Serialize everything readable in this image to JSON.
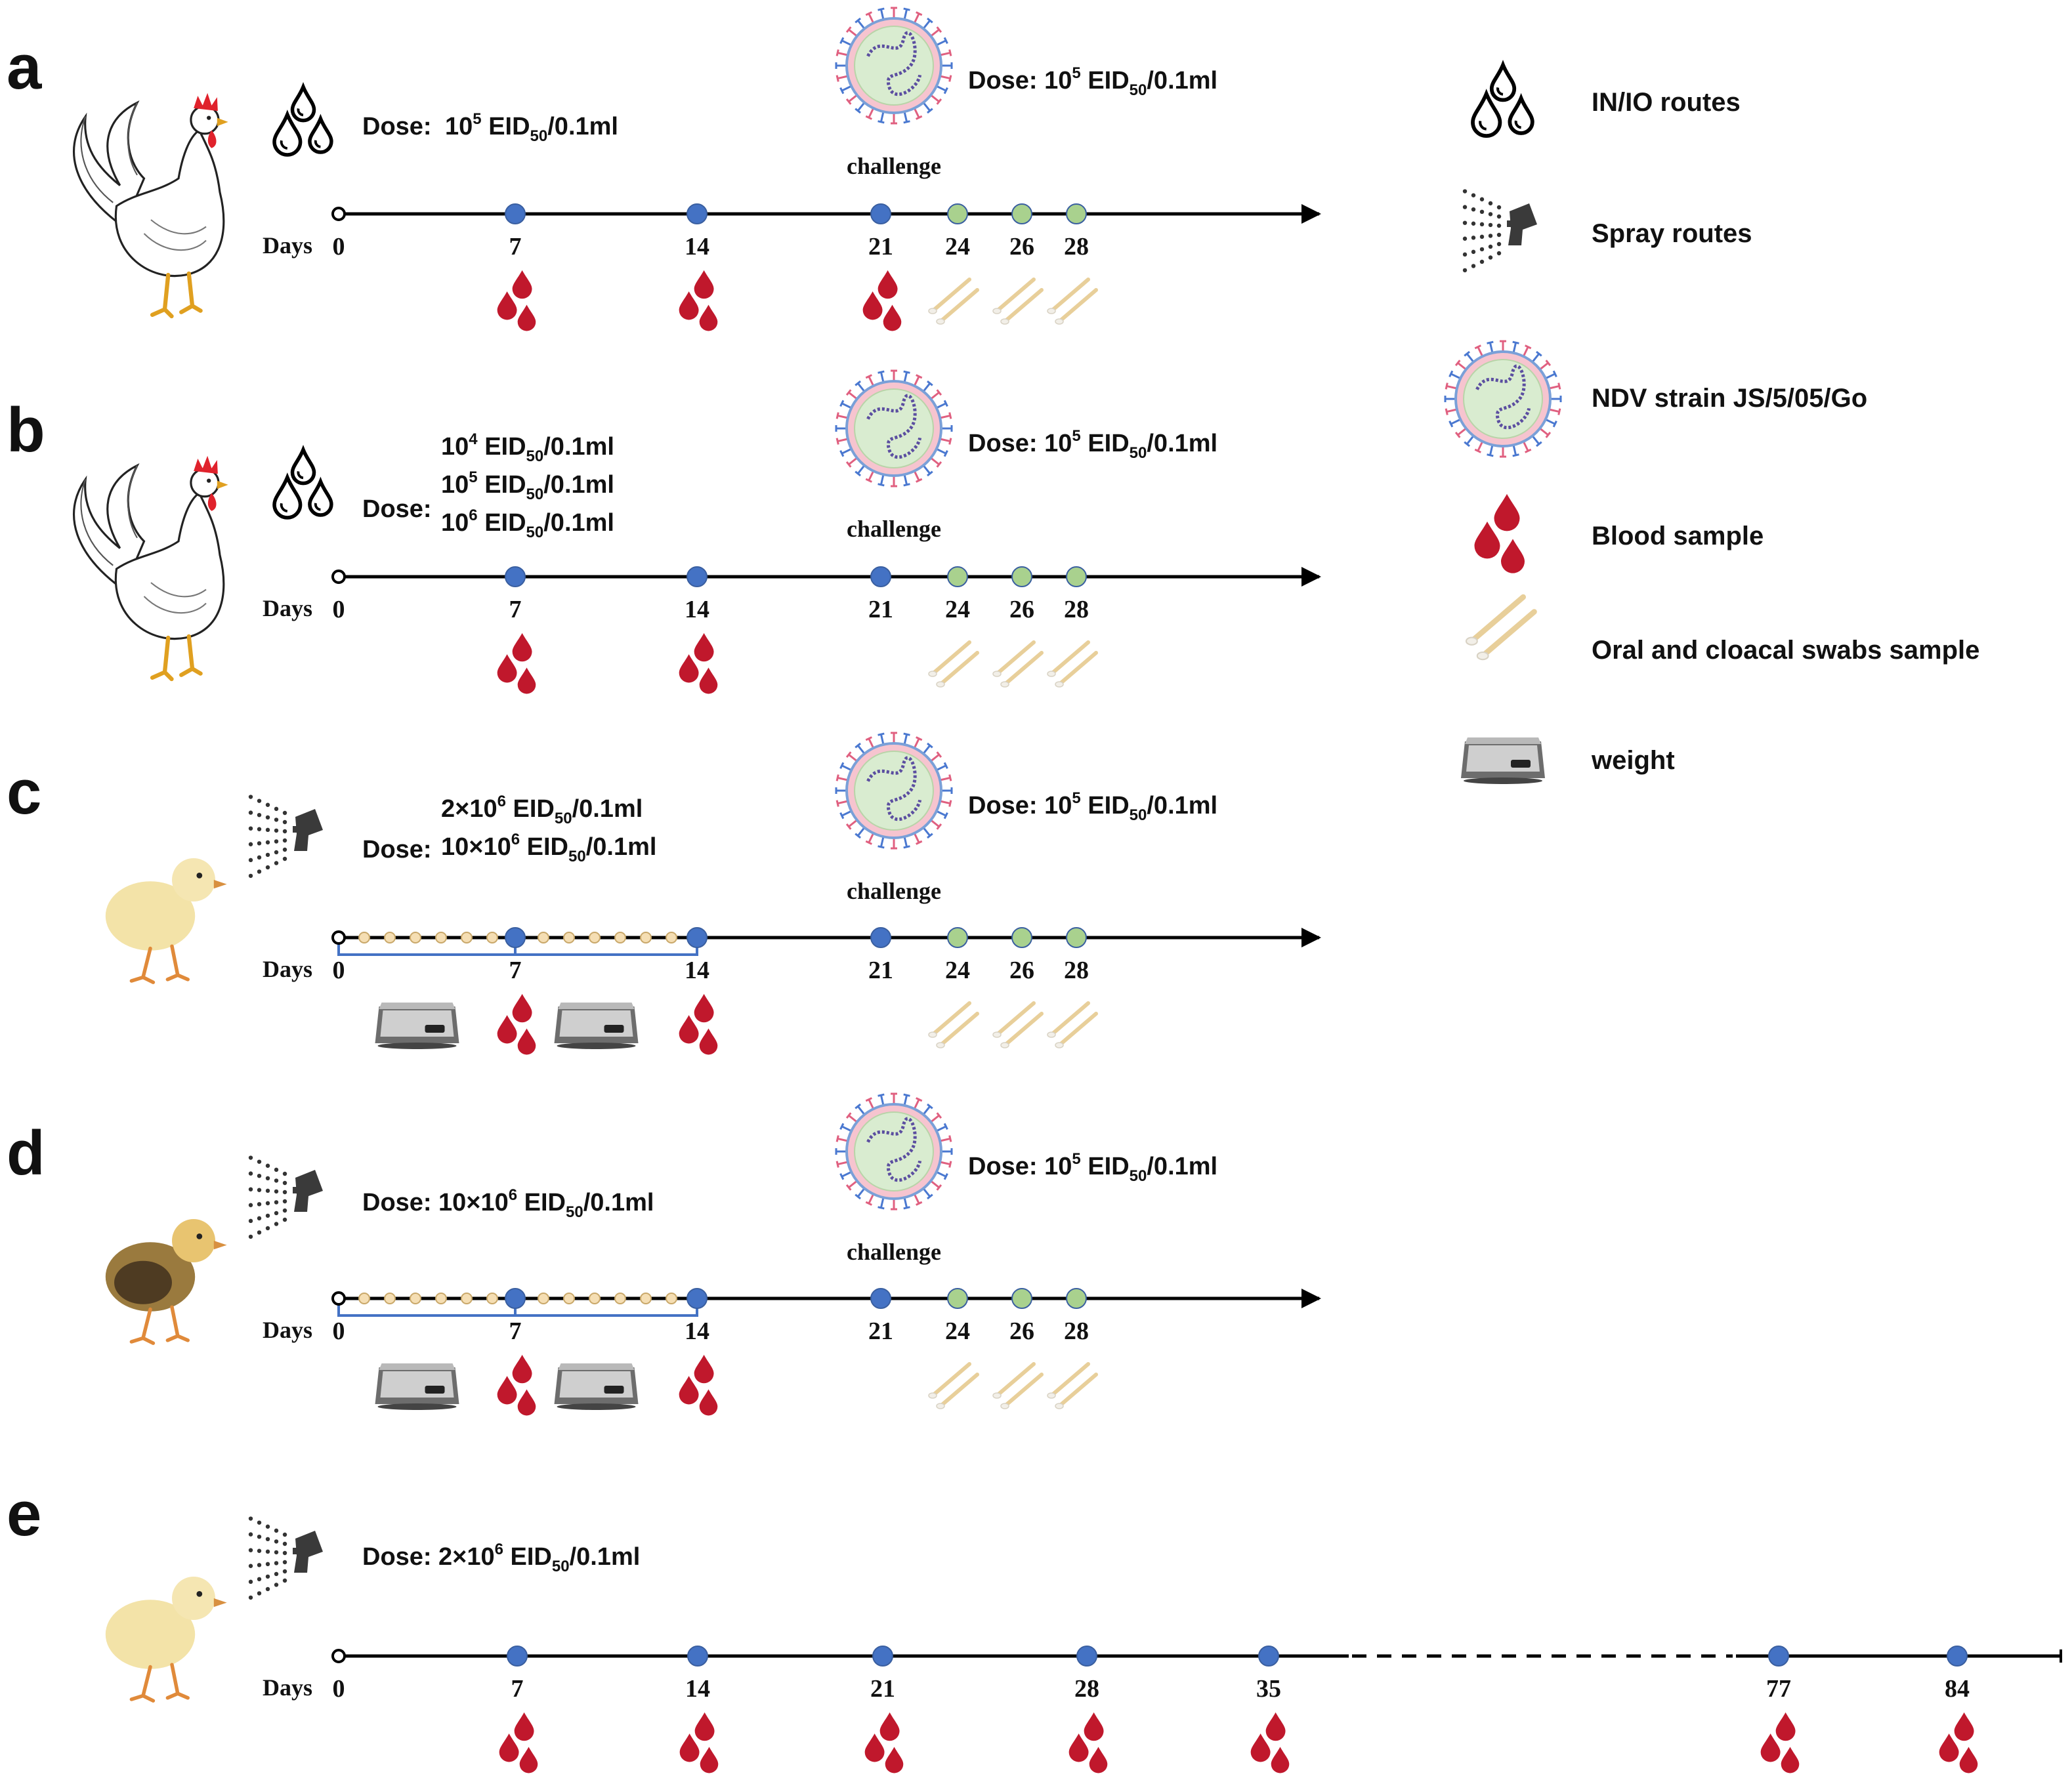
{
  "labels": {
    "days": "Days",
    "challenge": "challenge",
    "dose_prefix": "Dose:",
    "eid": "EID",
    "eid_sub": "50",
    "per_vol": "/0.1ml"
  },
  "panels": [
    {
      "letter": "a",
      "animal": "rooster",
      "route": "drops",
      "doses": [
        {
          "coef": "10",
          "exp": "5"
        }
      ],
      "challenge_dose": {
        "coef": "10",
        "exp": "5"
      },
      "days": [
        "0",
        "7",
        "14",
        "21",
        "24",
        "26",
        "28"
      ],
      "blood_days": [
        "7",
        "14",
        "21"
      ],
      "swab_days": [
        "24",
        "26",
        "28"
      ],
      "weight_days": [],
      "daily_dots": false
    },
    {
      "letter": "b",
      "animal": "rooster",
      "route": "drops",
      "doses": [
        {
          "coef": "10",
          "exp": "4"
        },
        {
          "coef": "10",
          "exp": "5"
        },
        {
          "coef": "10",
          "exp": "6"
        }
      ],
      "challenge_dose": {
        "coef": "10",
        "exp": "5"
      },
      "days": [
        "0",
        "7",
        "14",
        "21",
        "24",
        "26",
        "28"
      ],
      "blood_days": [
        "7",
        "14"
      ],
      "swab_days": [
        "24",
        "26",
        "28"
      ],
      "weight_days": [],
      "daily_dots": false
    },
    {
      "letter": "c",
      "animal": "yellow-chick",
      "route": "spray",
      "doses": [
        {
          "coef": "2×10",
          "exp": "6"
        },
        {
          "coef": "10×10",
          "exp": "6"
        }
      ],
      "challenge_dose": {
        "coef": "10",
        "exp": "5"
      },
      "days": [
        "0",
        "7",
        "14",
        "21",
        "24",
        "26",
        "28"
      ],
      "blood_days": [
        "7",
        "14"
      ],
      "swab_days": [
        "24",
        "26",
        "28"
      ],
      "weight_days": [
        "0-7",
        "7-14"
      ],
      "daily_dots": true
    },
    {
      "letter": "d",
      "animal": "brown-chick",
      "route": "spray",
      "doses": [
        {
          "coef": "10×10",
          "exp": "6"
        }
      ],
      "challenge_dose": {
        "coef": "10",
        "exp": "5"
      },
      "days": [
        "0",
        "7",
        "14",
        "21",
        "24",
        "26",
        "28"
      ],
      "blood_days": [
        "7",
        "14"
      ],
      "swab_days": [
        "24",
        "26",
        "28"
      ],
      "weight_days": [
        "0-7",
        "7-14"
      ],
      "daily_dots": true
    },
    {
      "letter": "e",
      "animal": "yellow-chick",
      "route": "spray",
      "doses": [
        {
          "coef": "2×10",
          "exp": "6"
        }
      ],
      "challenge_dose": null,
      "days": [
        "0",
        "7",
        "14",
        "21",
        "28",
        "35",
        "77",
        "84"
      ],
      "blood_days": [
        "7",
        "14",
        "21",
        "28",
        "35",
        "77",
        "84"
      ],
      "swab_days": [],
      "weight_days": [],
      "daily_dots": false,
      "axis_break": "35-77"
    }
  ],
  "legend": [
    {
      "icon": "drops-icon",
      "label": "IN/IO routes"
    },
    {
      "icon": "spray-icon",
      "label": "Spray routes"
    },
    {
      "icon": "virus-icon",
      "label": "NDV strain JS/5/05/Go"
    },
    {
      "icon": "blood-drop-icon",
      "label": "Blood sample"
    },
    {
      "icon": "swab-icon",
      "label": "Oral and cloacal swabs sample"
    },
    {
      "icon": "scale-icon",
      "label": "weight"
    }
  ],
  "colors": {
    "sample_dot": "#4472c4",
    "post_challenge_dot": "#a9d18e",
    "daily_dot": "#f5deb3",
    "blood": "#c0182c",
    "swab": "#e8cf9a",
    "weight_bracket": "#4472c4",
    "virus_fill": "#d9ecd0",
    "virus_ring": "#f4b6c2"
  }
}
